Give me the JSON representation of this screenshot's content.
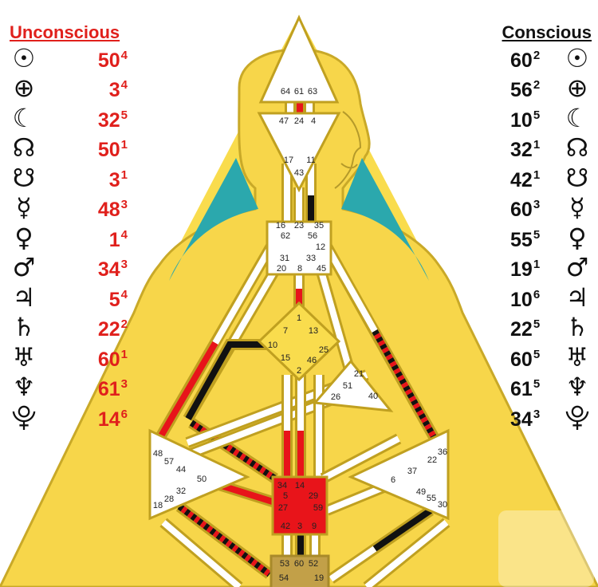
{
  "headers": {
    "unconscious": "Unconscious",
    "conscious": "Conscious"
  },
  "colors": {
    "body": "#f9dc4d",
    "outline": "#c0a020",
    "teal": "#2ba8ad",
    "red": "#e8141a",
    "black": "#111111",
    "white": "#ffffff",
    "root": "#c2a048",
    "unconscious_text": "#e0201c"
  },
  "planets": [
    {
      "icon": "sun-icon",
      "glyph": "☉"
    },
    {
      "icon": "earth-icon",
      "glyph": "⊕"
    },
    {
      "icon": "moon-icon",
      "glyph": "☾"
    },
    {
      "icon": "north-node-icon",
      "glyph": "☊"
    },
    {
      "icon": "south-node-icon",
      "glyph": "☋"
    },
    {
      "icon": "mercury-icon",
      "glyph": "☿"
    },
    {
      "icon": "venus-icon",
      "glyph": "♀"
    },
    {
      "icon": "mars-icon",
      "glyph": "♂"
    },
    {
      "icon": "jupiter-icon",
      "glyph": "♃"
    },
    {
      "icon": "saturn-icon",
      "glyph": "♄"
    },
    {
      "icon": "uranus-icon",
      "glyph": "♅"
    },
    {
      "icon": "neptune-icon",
      "glyph": "♆"
    },
    {
      "icon": "pluto-icon",
      "glyph": "⯓"
    }
  ],
  "unconscious": [
    {
      "gate": "50",
      "line": "4"
    },
    {
      "gate": "3",
      "line": "4"
    },
    {
      "gate": "32",
      "line": "5"
    },
    {
      "gate": "50",
      "line": "1"
    },
    {
      "gate": "3",
      "line": "1"
    },
    {
      "gate": "48",
      "line": "3"
    },
    {
      "gate": "1",
      "line": "4"
    },
    {
      "gate": "34",
      "line": "3"
    },
    {
      "gate": "5",
      "line": "4"
    },
    {
      "gate": "22",
      "line": "2"
    },
    {
      "gate": "60",
      "line": "1"
    },
    {
      "gate": "61",
      "line": "3"
    },
    {
      "gate": "14",
      "line": "6"
    }
  ],
  "conscious": [
    {
      "gate": "60",
      "line": "2"
    },
    {
      "gate": "56",
      "line": "2"
    },
    {
      "gate": "10",
      "line": "5"
    },
    {
      "gate": "32",
      "line": "1"
    },
    {
      "gate": "42",
      "line": "1"
    },
    {
      "gate": "60",
      "line": "3"
    },
    {
      "gate": "55",
      "line": "5"
    },
    {
      "gate": "19",
      "line": "1"
    },
    {
      "gate": "10",
      "line": "6"
    },
    {
      "gate": "22",
      "line": "5"
    },
    {
      "gate": "60",
      "line": "5"
    },
    {
      "gate": "61",
      "line": "5"
    },
    {
      "gate": "34",
      "line": "3"
    }
  ],
  "centers": {
    "head": {
      "gates": [
        "64",
        "61",
        "63"
      ],
      "defined": false
    },
    "ajna": {
      "gates": [
        "47",
        "24",
        "4",
        "17",
        "11",
        "43"
      ],
      "defined": false
    },
    "throat": {
      "gates": [
        "16",
        "23",
        "35",
        "62",
        "56",
        "12",
        "31",
        "33",
        "20",
        "8",
        "45"
      ],
      "defined": false
    },
    "g": {
      "gates": [
        "1",
        "7",
        "13",
        "10",
        "15",
        "25",
        "46",
        "2"
      ],
      "defined": true
    },
    "ego": {
      "gates": [
        "21",
        "51",
        "26",
        "40"
      ],
      "defined": false
    },
    "spleen": {
      "gates": [
        "48",
        "57",
        "44",
        "50",
        "32",
        "28",
        "18"
      ],
      "defined": false
    },
    "solar_plexus": {
      "gates": [
        "36",
        "22",
        "37",
        "6",
        "49",
        "55",
        "30"
      ],
      "defined": false
    },
    "sacral": {
      "gates": [
        "34",
        "14",
        "5",
        "29",
        "27",
        "59",
        "42",
        "3",
        "9"
      ],
      "defined": true
    },
    "root": {
      "gates": [
        "53",
        "60",
        "52",
        "54",
        "19"
      ],
      "defined": true
    }
  }
}
